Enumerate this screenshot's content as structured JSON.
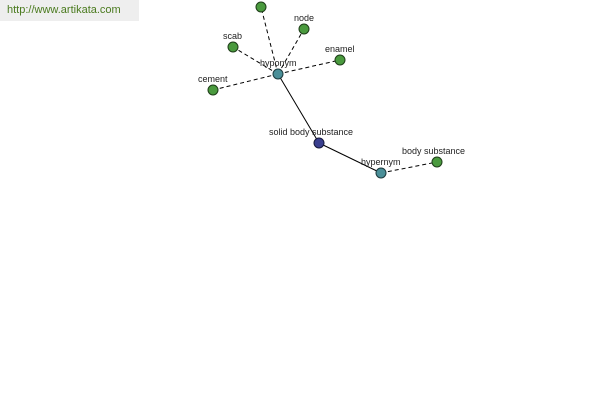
{
  "watermark": {
    "url": "http://www.artikata.com"
  },
  "colors": {
    "leaf_node": "#4a9a3e",
    "relation_node": "#4a8f98",
    "center_node": "#3a3f8f",
    "url_text": "#4a7a1e"
  },
  "graph": {
    "center": {
      "label": "solid body substance"
    },
    "relations": {
      "hyponym": {
        "label": "hyponym"
      },
      "hypernym": {
        "label": "hypernym"
      }
    },
    "hyponyms": [
      {
        "label": ""
      },
      {
        "label": "node"
      },
      {
        "label": "scab"
      },
      {
        "label": "enamel"
      },
      {
        "label": "cement"
      }
    ],
    "hypernyms": [
      {
        "label": "body substance"
      }
    ]
  }
}
